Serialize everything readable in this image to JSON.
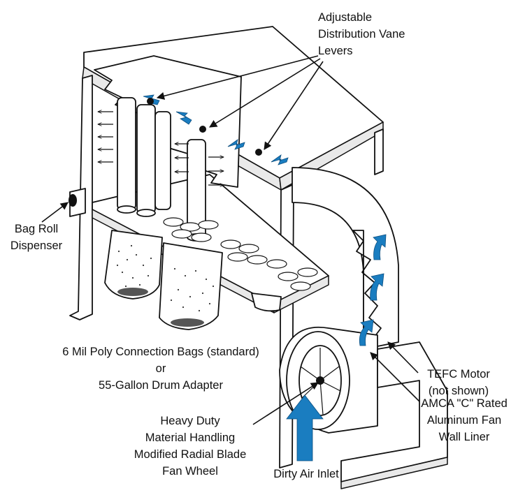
{
  "labels": {
    "vanes_line1": "Adjustable",
    "vanes_line2": "Distribution Vane",
    "vanes_line3": "Levers",
    "bag_roll_line1": "Bag Roll",
    "bag_roll_line2": "Dispenser",
    "bags_line1": "6 Mil Poly Connection Bags (standard)",
    "bags_line2": "or",
    "bags_line3": "55-Gallon Drum Adapter",
    "motor_line1": "TEFC Motor",
    "motor_line2": "(not shown)",
    "liner_line1": "AMCA \"C\" Rated",
    "liner_line2": "Aluminum Fan",
    "liner_line3": "Wall Liner",
    "wheel_line1": "Heavy Duty",
    "wheel_line2": "Material Handling",
    "wheel_line3": "Modified Radial Blade",
    "wheel_line4": "Fan Wheel",
    "inlet": "Dirty Air Inlet"
  },
  "colors": {
    "airflow_arrow": "#1a7dc0",
    "outline": "#111111",
    "background": "#ffffff"
  },
  "icons": [
    "airflow-arrow-icon",
    "flow-direction-arrow-icon",
    "leader-arrowhead-icon"
  ]
}
